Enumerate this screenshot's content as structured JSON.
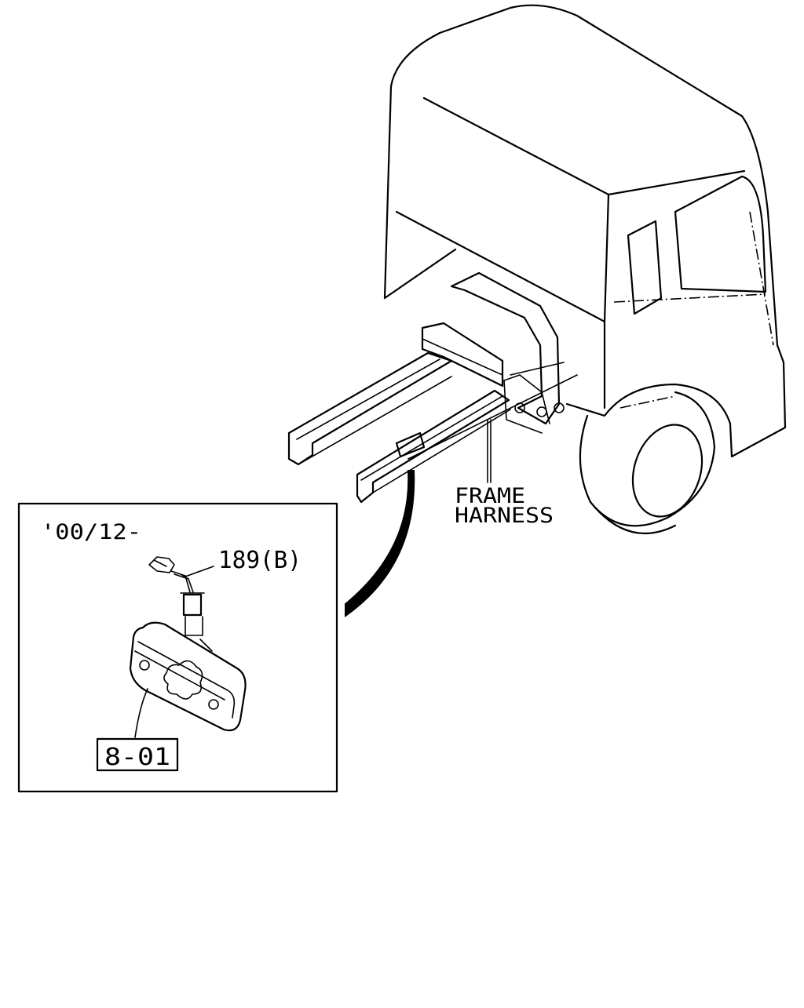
{
  "labels": {
    "frame_harness_line1": "FRAME",
    "frame_harness_line2": "HARNESS",
    "date_code": "'00/12-",
    "wire_part": "189(B)",
    "lamp_part": "8-01"
  },
  "colors": {
    "ink": "#000000",
    "paper": "#ffffff"
  }
}
